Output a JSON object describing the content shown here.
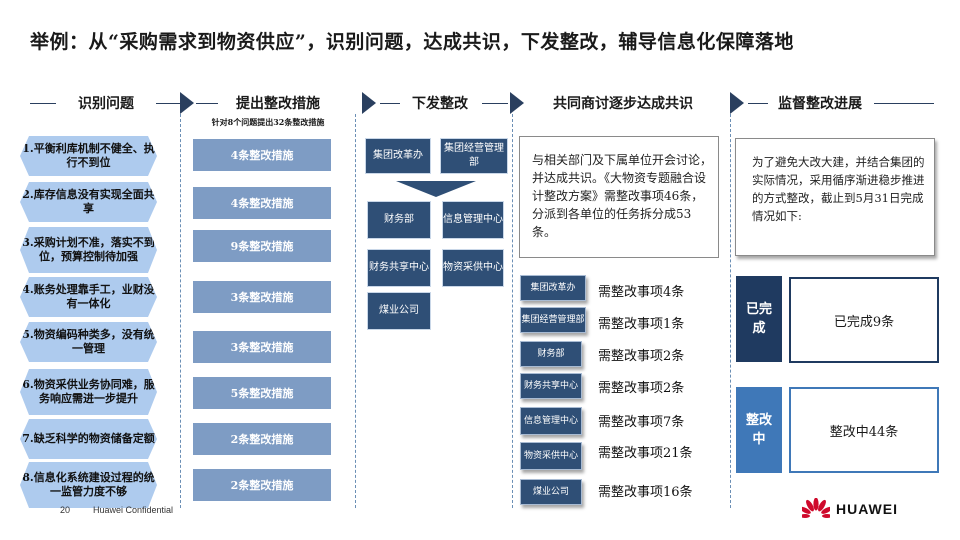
{
  "title": "举例：从“采购需求到物资供应”，识别问题，达成共识，下发整改，辅导信息化保障落地",
  "headers": [
    "识别问题",
    "提出整改措施",
    "下发整改",
    "共同商讨逐步达成共识",
    "监督整改进展"
  ],
  "col2_note": "针对8个问题提出32条整改措施",
  "problems": [
    "1.平衡利库机制不健全、执行不到位",
    "2.库存信息没有实现全面共享",
    "3.采购计划不准，落实不到位，预算控制待加强",
    "4.账务处理靠手工，业财没有一体化",
    "5.物资编码种类多，没有统一管理",
    "6.物资采供业务协同难，服务响应需进一步提升",
    "7.缺乏科学的物资储备定额",
    "8.信息化系统建设过程的统一监管力度不够"
  ],
  "measures": [
    "4条整改措施",
    "4条整改措施",
    "9条整改措施",
    "3条整改措施",
    "3条整改措施",
    "5条整改措施",
    "2条整改措施",
    "2条整改措施"
  ],
  "issue_units": {
    "top": [
      "集团改革办",
      "集团经营管理部"
    ],
    "grid": [
      "财务部",
      "信息管理中心",
      "财务共享中心",
      "物资采供中心",
      "煤业公司"
    ]
  },
  "consensus_text": "与相关部门及下属单位开会讨论，并达成共识。《大物资专题融合设计整改方案》需整改事项46条，分派到各单位的任务拆分成53条。",
  "tasks": [
    {
      "unit": "集团改革办",
      "count": "需整改事项4条"
    },
    {
      "unit": "集团经营管理部",
      "count": "需整改事项1条"
    },
    {
      "unit": "财务部",
      "count": "需整改事项2条"
    },
    {
      "unit": "财务共享中心",
      "count": "需整改事项2条"
    },
    {
      "unit": "信息管理中心",
      "count": "需整改事项7条"
    },
    {
      "unit": "物资采供中心",
      "count": "需整改事项21条"
    },
    {
      "unit": "煤业公司",
      "count": "需整改事项16条"
    }
  ],
  "monitor_text": "为了避免大改大建，并结合集团的实际情况，采用循序渐进稳步推进的方式整改，截止到5月31日完成情况如下:",
  "status": {
    "done_label": "已完成",
    "done_value": "已完成9条",
    "doing_label": "整改中",
    "doing_value": "整改中44条"
  },
  "footer": {
    "page": "20",
    "confidential": "Huawei Confidential"
  },
  "logo": {
    "text": "HUAWEI",
    "icon": "huawei-petal-icon"
  },
  "colors": {
    "dark_navy": "#1f3a60",
    "unit_blue": "#2f4f76",
    "light_blue": "#aecbee",
    "mid_blue": "#7e9cc4",
    "bright_blue": "#3f78b8",
    "logo_red": "#cf0a2c"
  }
}
